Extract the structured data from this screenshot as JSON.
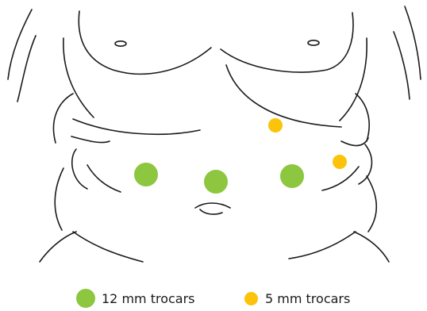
{
  "colors": {
    "outline": "#1a1a1a",
    "trocar_12mm": "#8dc63f",
    "trocar_5mm": "#fcc30b"
  },
  "legend": {
    "large_label": "12 mm trocars",
    "small_label": "5 mm trocars"
  },
  "trocar_sizes_mm": [
    12,
    5
  ],
  "trocar_counts": {
    "12mm": 3,
    "5mm": 2
  }
}
